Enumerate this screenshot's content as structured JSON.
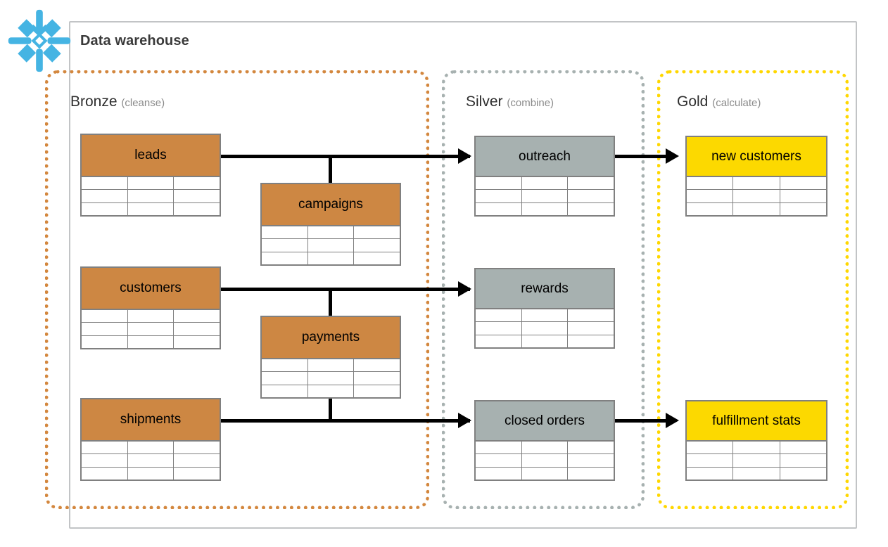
{
  "header": {
    "title": "Data warehouse",
    "logo_icon": "snowflake-icon"
  },
  "colors": {
    "bronze": "#cd8743",
    "silver": "#a7b1b0",
    "gold": "#fcd900",
    "frame": "#c2c4c6",
    "connector": "#000000"
  },
  "zones": [
    {
      "id": "bronze",
      "name": "Bronze",
      "subtitle": "(cleanse)",
      "border_color": "#d3873e"
    },
    {
      "id": "silver",
      "name": "Silver",
      "subtitle": "(combine)",
      "border_color": "#a7b1b0"
    },
    {
      "id": "gold",
      "name": "Gold",
      "subtitle": "(calculate)",
      "border_color": "#ffd700"
    }
  ],
  "tables": {
    "leads": {
      "label": "leads",
      "zone": "bronze",
      "rows": 3,
      "cols": 3
    },
    "campaigns": {
      "label": "campaigns",
      "zone": "bronze",
      "rows": 3,
      "cols": 3
    },
    "customers": {
      "label": "customers",
      "zone": "bronze",
      "rows": 3,
      "cols": 3
    },
    "payments": {
      "label": "payments",
      "zone": "bronze",
      "rows": 3,
      "cols": 3
    },
    "shipments": {
      "label": "shipments",
      "zone": "bronze",
      "rows": 3,
      "cols": 3
    },
    "outreach": {
      "label": "outreach",
      "zone": "silver",
      "rows": 3,
      "cols": 3
    },
    "rewards": {
      "label": "rewards",
      "zone": "silver",
      "rows": 3,
      "cols": 3
    },
    "closed_orders": {
      "label": "closed orders",
      "zone": "silver",
      "rows": 3,
      "cols": 3
    },
    "new_customers": {
      "label": "new customers",
      "zone": "gold",
      "rows": 3,
      "cols": 3
    },
    "fulfillment_stats": {
      "label": "fulfillment stats",
      "zone": "gold",
      "rows": 3,
      "cols": 3
    }
  },
  "flows": [
    {
      "from": "leads",
      "to": "outreach",
      "via": "campaigns"
    },
    {
      "from": "customers",
      "to": "rewards",
      "via": "payments"
    },
    {
      "from": "shipments",
      "to": "closed orders",
      "via": "payments"
    },
    {
      "from": "outreach",
      "to": "new customers",
      "via": null
    },
    {
      "from": "closed orders",
      "to": "fulfillment stats",
      "via": null
    }
  ]
}
